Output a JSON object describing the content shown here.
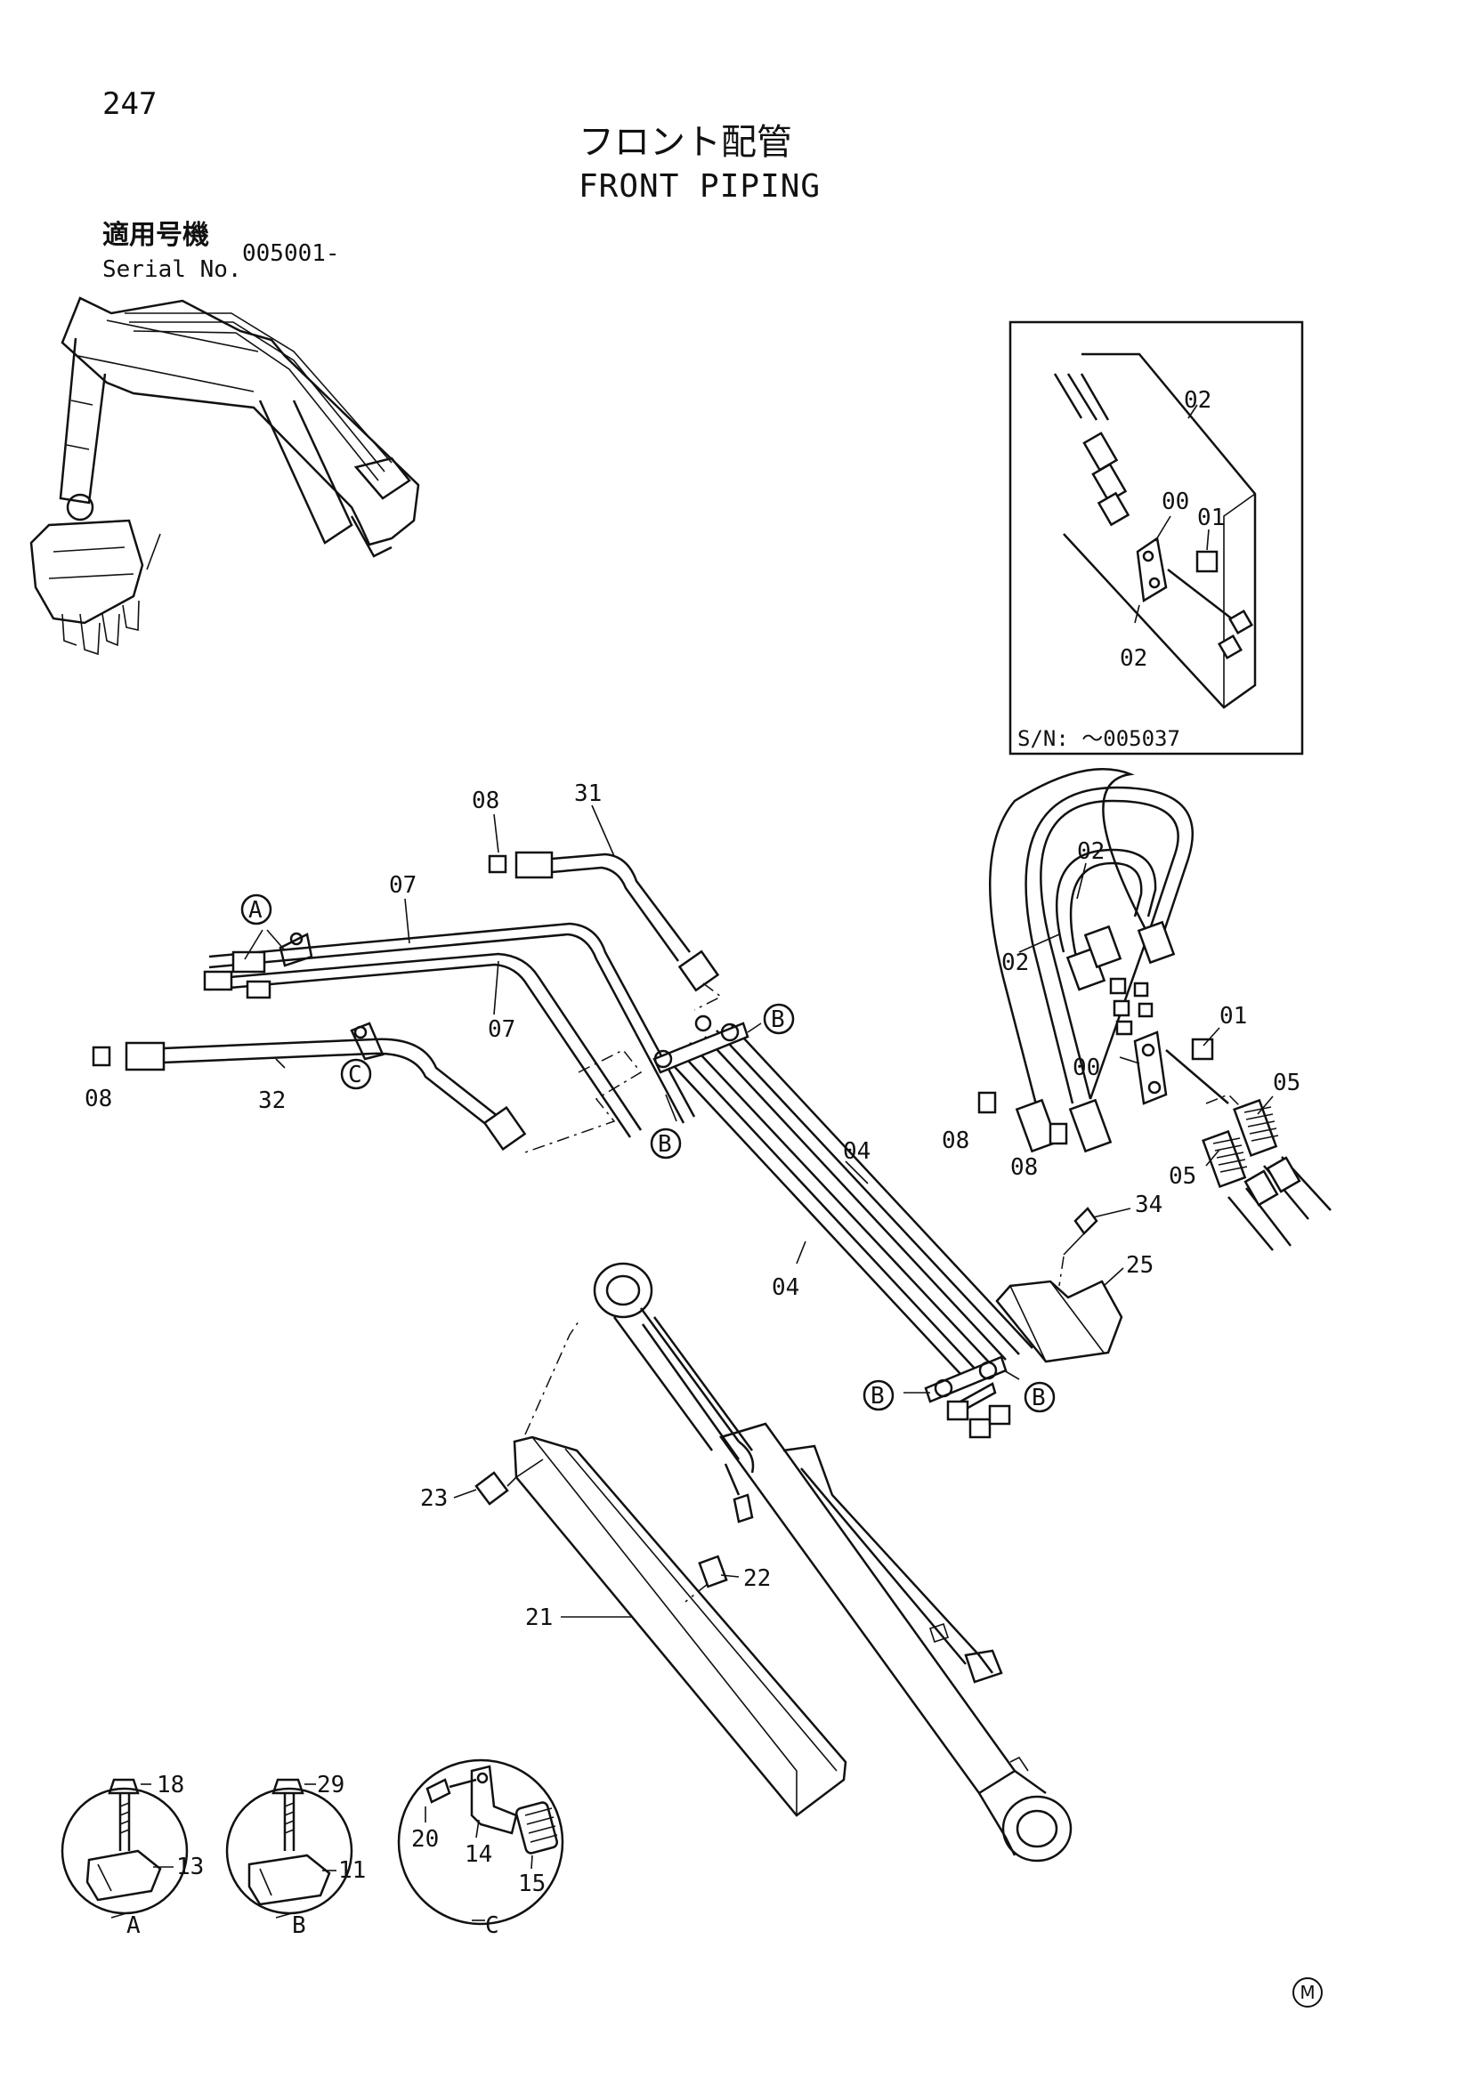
{
  "page_number": "247",
  "title_jp": "フロント配管",
  "title_en": "FRONT PIPING",
  "serial_label_jp": "適用号機",
  "serial_label_en": "Serial No.",
  "serial_value": "005001-",
  "inset_serial": "S/N: ～005037",
  "mark": "M",
  "callouts": {
    "inset_02_top": "02",
    "inset_00": "00",
    "inset_01": "01",
    "inset_02_bottom": "02",
    "c08_top": "08",
    "c31": "31",
    "c07_top": "07",
    "c07_mid": "07",
    "cA_main": "A",
    "c08_left": "08",
    "c32": "32",
    "cC_main": "C",
    "cB_upper": "B",
    "cB_mid": "B",
    "c02_upper": "02",
    "c02_lower": "02",
    "c01": "01",
    "c00": "00",
    "c05_upper": "05",
    "c05_lower": "05",
    "c08_mid_a": "08",
    "c08_mid_b": "08",
    "c04_upper": "04",
    "c04_lower": "04",
    "c34": "34",
    "c25": "25",
    "cB_low_left": "B",
    "cB_low_right": "B",
    "c23": "23",
    "c22": "22",
    "c21": "21",
    "d18": "18",
    "d13": "13",
    "dA": "A",
    "d29": "29",
    "d11": "11",
    "dB": "B",
    "d20": "20",
    "d14": "14",
    "d15": "15",
    "dC": "C"
  }
}
